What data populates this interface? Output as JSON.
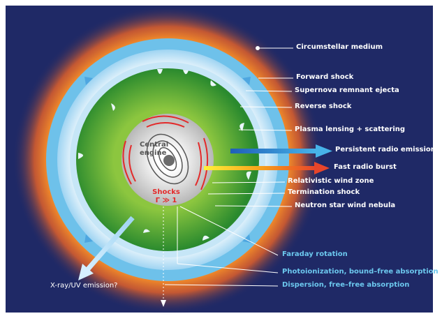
{
  "labels": {
    "circumstellar_medium": "Circumstellar medium",
    "forward_shock": "Forward shock",
    "supernova_ejecta": "Supernova remnant ejecta",
    "reverse_shock": "Reverse shock",
    "plasma_lensing": "Plasma lensing + scattering",
    "persistent_radio": "Persistent radio emission",
    "fast_radio_burst": "Fast radio burst",
    "relativistic_wind": "Relativistic wind zone",
    "termination_shock": "Termination shock",
    "neutron_star_nebula": "Neutron star wind nebula",
    "central_engine_line1": "Central",
    "central_engine_line2": "engine",
    "shocks_line1": "Shocks",
    "shocks_line2": "Γ ≫ 1",
    "faraday_rotation": "Faraday rotation",
    "photoionization": "Photoionization, bound–free absorption",
    "dispersion": "Dispersion, free–free absorption",
    "xray_uv": "X-ray/UV emission?"
  },
  "colors": {
    "background": "#1f2966",
    "white_text": "#ffffff",
    "cyan_text": "#6cc8ee",
    "shock_red": "#e32a2a",
    "nebula_green": "#2f8f2f",
    "ejecta_blue": "#6ec1ea",
    "halo_orange": "#f08a2a"
  }
}
